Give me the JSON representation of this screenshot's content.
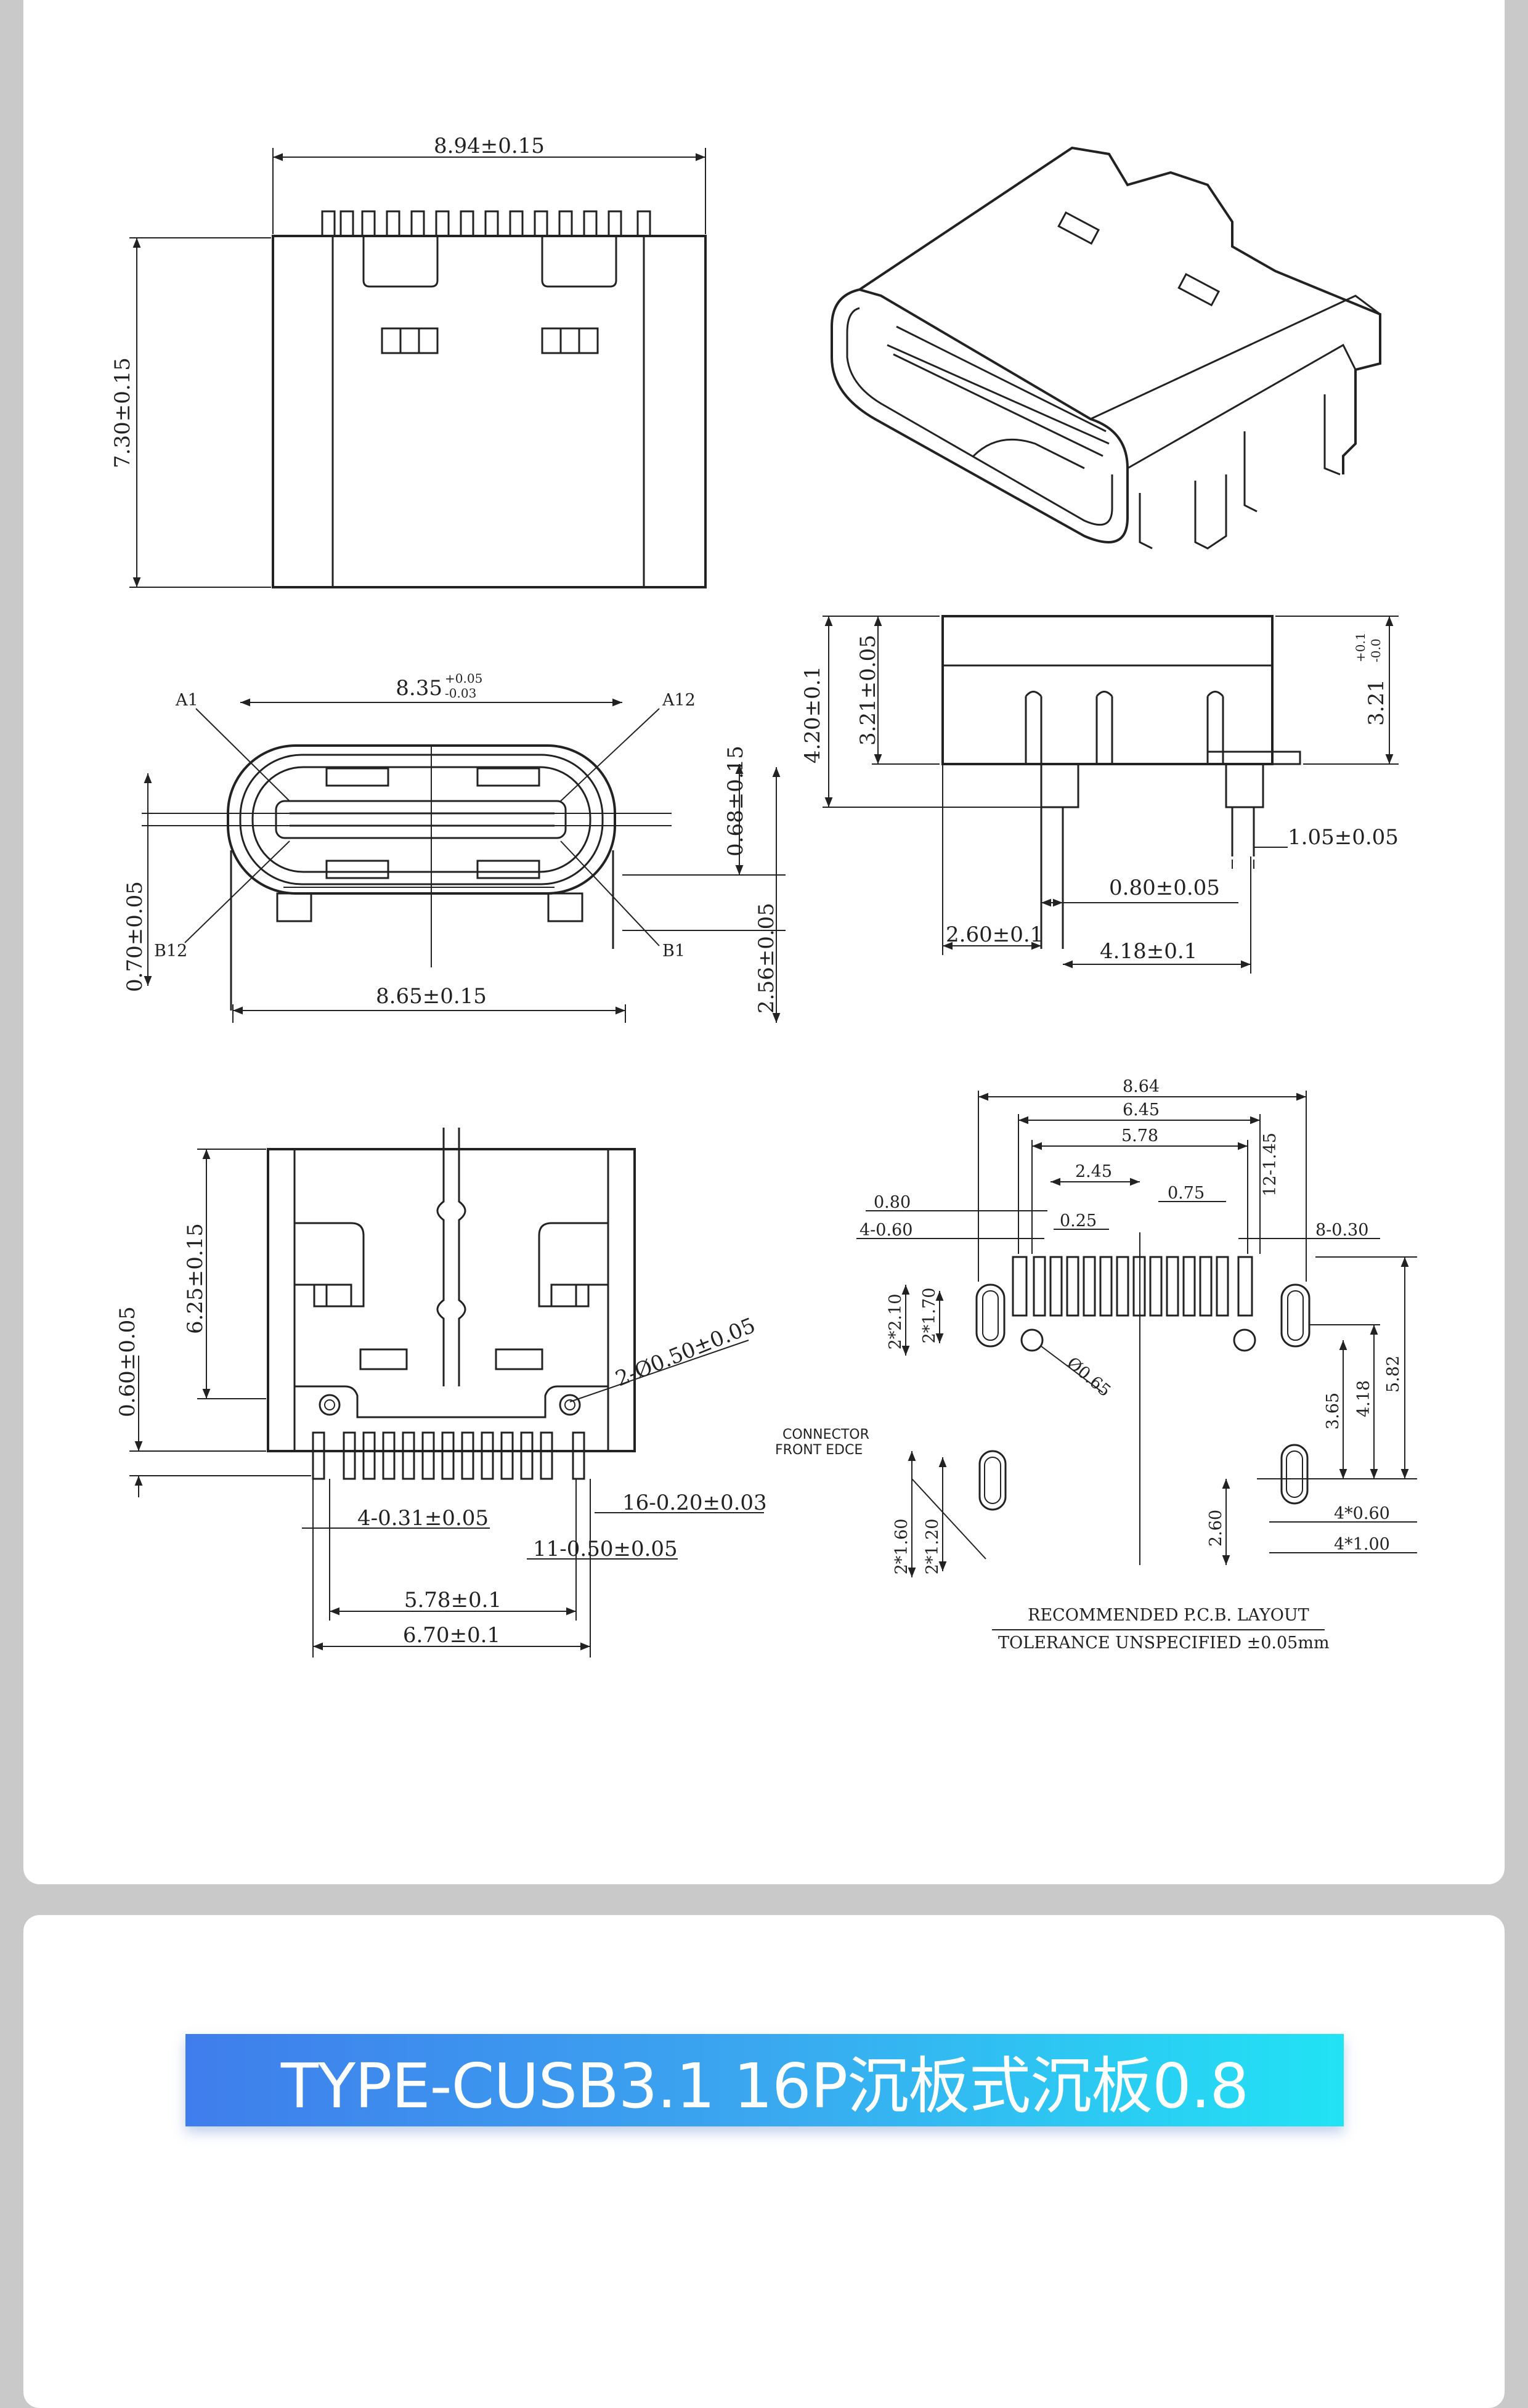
{
  "top_view": {
    "width_dim": "8.94±0.15",
    "height_dim": "7.30±0.15"
  },
  "front_view": {
    "pins": {
      "a1": "A1",
      "a12": "A12",
      "b12": "B12",
      "b1": "B1"
    },
    "opening_width": "8.35",
    "opening_tol_plus": "+0.05",
    "opening_tol_minus": "-0.03",
    "offset_dim": "0.68±0.15",
    "pin_dim": "0.70±0.05",
    "depth_dim": "2.56±0.05",
    "shell_width": "8.65±0.15"
  },
  "side_view": {
    "total_height": "4.20±0.1",
    "body_height": "3.21±0.05",
    "right_height": "3.21",
    "right_tol_plus": "+0.1",
    "right_tol_minus": "-0.0",
    "leg_dim": "1.05±0.05",
    "pitch_dim": "0.80±0.05",
    "offset_dim": "2.60±0.1",
    "span_dim": "4.18±0.1"
  },
  "bottom_view": {
    "height_dim": "6.25±0.15",
    "standoff_dim": "0.60±0.05",
    "post_dim": "2-Ø0.50±0.05",
    "pad_dim": "4-0.31±0.05",
    "pin16_dim": "16-0.20±0.03",
    "pin11_dim": "11-0.50±0.05",
    "inner_span": "5.78±0.1",
    "outer_span": "6.70±0.1"
  },
  "pcb_layout": {
    "w1": "8.64",
    "w2": "6.45",
    "w3": "5.78",
    "w4": "2.45",
    "p1": "0.80",
    "p2": "0.75",
    "p3": "0.25",
    "slot1": "4-0.60",
    "slot2": "8-0.30",
    "slot3": "12-1.45",
    "h1": "2*2.10",
    "h2": "2*1.70",
    "hole": "Ø0.65",
    "v1": "3.65",
    "v2": "4.18",
    "v3": "5.82",
    "v4": "2.60",
    "bot1": "2*1.60",
    "bot2": "2*1.20",
    "bot3": "4*0.60",
    "bot4": "4*1.00",
    "edge_label_1": "CONNECTOR",
    "edge_label_2": "FRONT EDCE",
    "caption": "RECOMMENDED  P.C.B.  LAYOUT",
    "tolerance": "TOLERANCE UNSPECIFIED ±0.05mm"
  },
  "banner": {
    "title": "TYPE-CUSB3.1 16P沉板式沉板0.8"
  },
  "colors": {
    "banner_start": "#3f7dec",
    "banner_end": "#21e3f4",
    "page_bg": "#c9c9c9"
  }
}
